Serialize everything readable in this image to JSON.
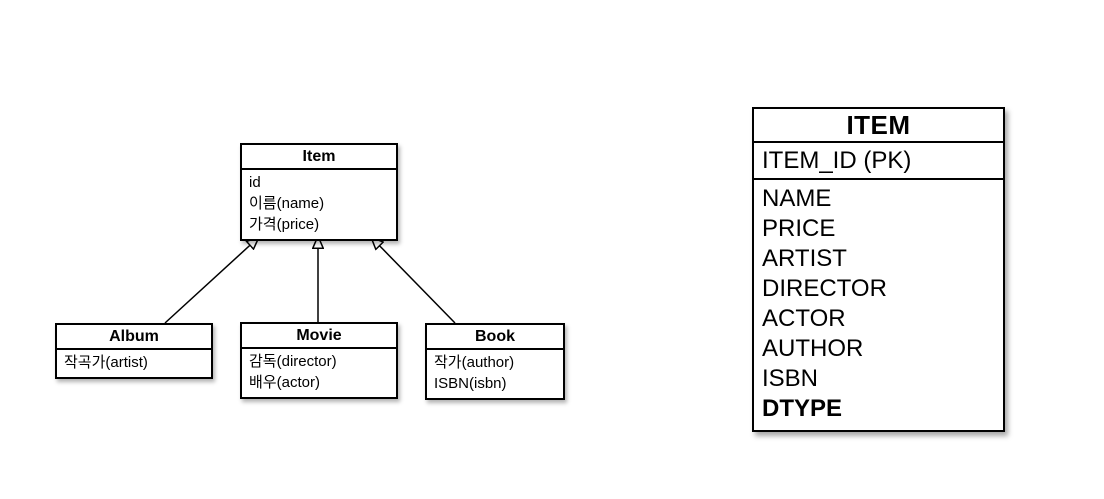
{
  "uml": {
    "item": {
      "title": "Item",
      "attributes": [
        "id",
        "이름(name)",
        "가격(price)"
      ]
    },
    "album": {
      "title": "Album",
      "attributes": [
        "작곡가(artist)"
      ]
    },
    "movie": {
      "title": "Movie",
      "attributes": [
        "감독(director)",
        "배우(actor)"
      ]
    },
    "book": {
      "title": "Book",
      "attributes": [
        "작가(author)",
        "ISBN(isbn)"
      ]
    }
  },
  "table": {
    "title": "ITEM",
    "pk_row": "ITEM_ID (PK)",
    "columns": [
      "NAME",
      "PRICE",
      "ARTIST",
      "DIRECTOR",
      "ACTOR",
      "AUTHOR",
      "ISBN",
      "DTYPE"
    ]
  },
  "colors": {
    "line": "#000000",
    "background": "#ffffff",
    "text": "#000000"
  }
}
